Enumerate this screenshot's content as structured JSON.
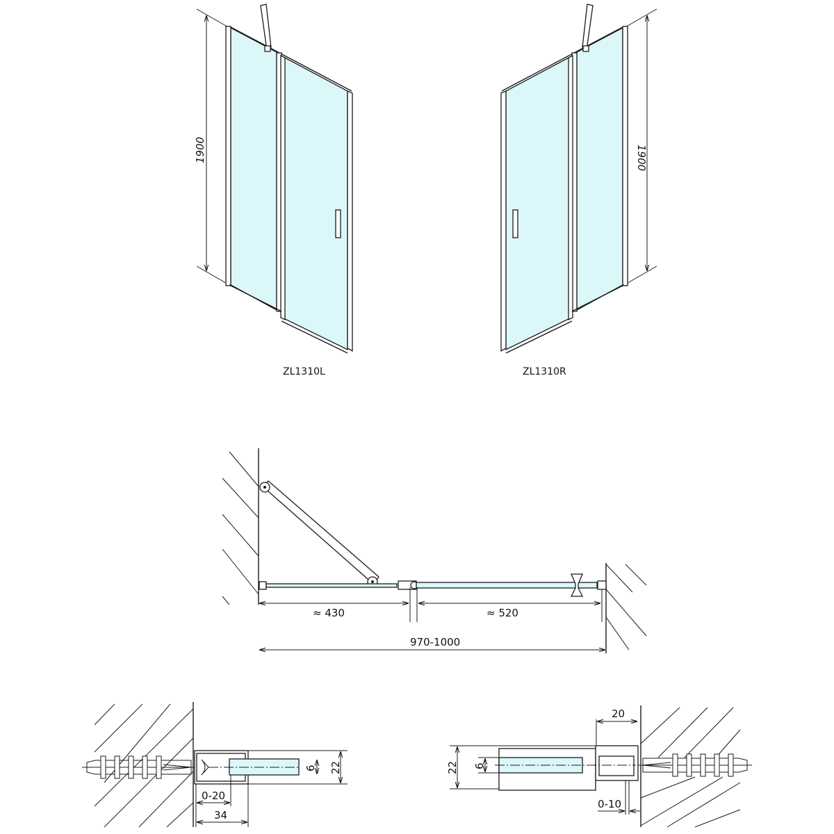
{
  "elevations": {
    "left": {
      "model": "ZL1310L",
      "height": "1900"
    },
    "right": {
      "model": "ZL1310R",
      "height": "1900"
    }
  },
  "plan": {
    "fixed_width": "≈ 430",
    "door_width": "≈ 520",
    "total_width": "970-1000"
  },
  "detail_left": {
    "height": "22",
    "glass": "6",
    "adjust": "0-20",
    "width": "34"
  },
  "detail_right": {
    "height": "22",
    "glass": "6",
    "width": "20",
    "adjust": "0-10"
  },
  "colors": {
    "glass": "#dcf7f9",
    "line": "#1a1a1a"
  }
}
